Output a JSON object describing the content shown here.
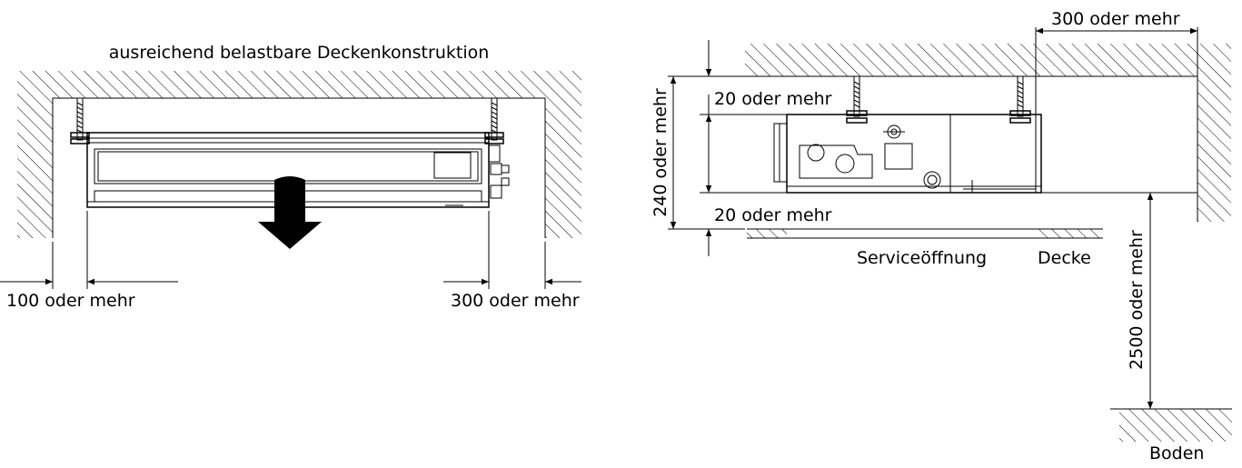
{
  "left_view": {
    "title": "ausreichend belastbare Deckenkonstruktion",
    "left_clearance": "100 oder mehr",
    "right_clearance": "300 oder mehr"
  },
  "right_view": {
    "top_clearance": "300 oder mehr",
    "total_height": "240 oder mehr",
    "above_clearance": "20 oder mehr",
    "below_clearance": "20 oder mehr",
    "service_opening": "Serviceöffnung",
    "ceiling": "Decke",
    "floor_height": "2500 oder mehr",
    "floor": "Boden"
  }
}
